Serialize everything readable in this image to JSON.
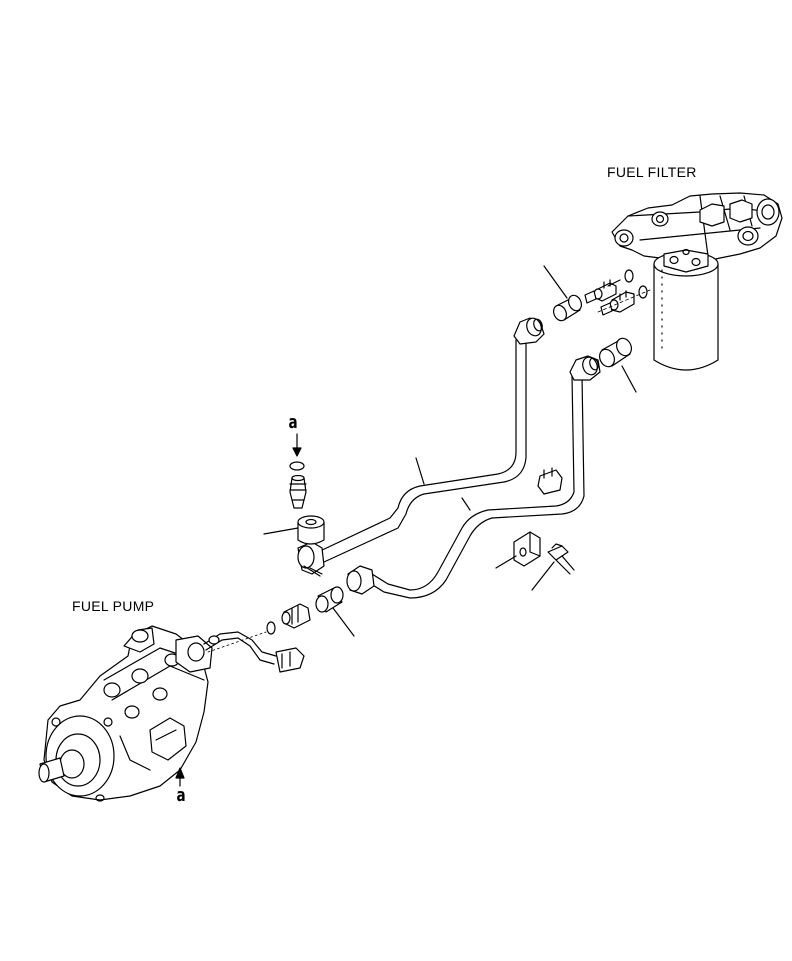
{
  "labels": {
    "fuel_filter": "FUEL FILTER",
    "fuel_pump": "FUEL PUMP",
    "ref_a_top": "a",
    "ref_a_bottom": "a"
  },
  "colors": {
    "line": "#000000",
    "background": "#ffffff"
  }
}
